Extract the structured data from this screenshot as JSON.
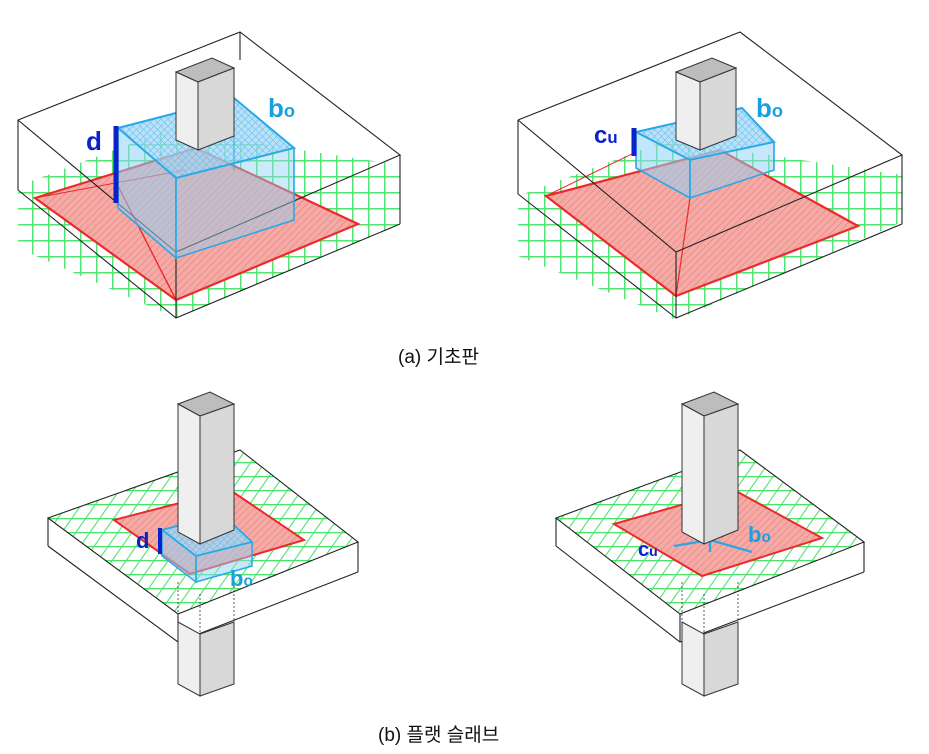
{
  "captions": {
    "a": "(a) 기초판",
    "b": "(b) 플랫 슬래브"
  },
  "labels": {
    "d": "d",
    "b_main": "b",
    "b_sub": "o",
    "c_main": "c",
    "c_sub": "u"
  },
  "colors": {
    "grid": "#49e36a",
    "punch_fill": "#f3a3a0",
    "punch_edge": "#ec2a2a",
    "perimeter_fill": "#8fd2f5",
    "perimeter_edge": "#2aa8e6",
    "d_marker": "#0a22c8",
    "column_face_light": "#efefef",
    "column_face_mid": "#dadada",
    "column_face_top": "#bdbdbd"
  }
}
